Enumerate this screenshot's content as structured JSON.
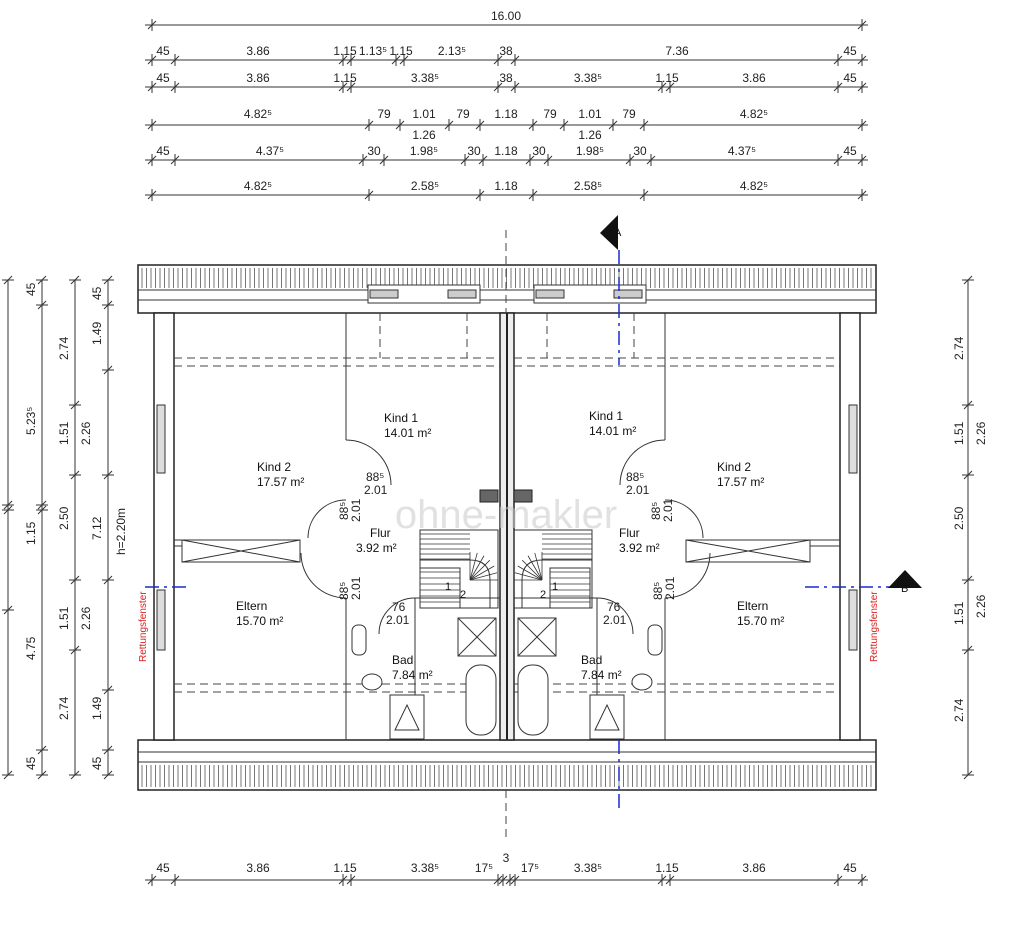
{
  "plan": {
    "top_dims": {
      "overall": "16.00",
      "row1": [
        "45",
        "3.86",
        "1.15",
        "1.13⁵",
        "1.15",
        "2.13⁵",
        "38",
        "7.36",
        "45"
      ],
      "row2": [
        "45",
        "3.86",
        "1.15",
        "3.38⁵",
        "38",
        "3.38⁵",
        "1.15",
        "3.86",
        "45"
      ],
      "row3": [
        "4.82⁵",
        "79",
        "1.01",
        "79",
        "1.18",
        "79",
        "1.01",
        "79",
        "4.82⁵"
      ],
      "row3_sub": [
        "1.26",
        "1.26"
      ],
      "row4": [
        "45",
        "4.37⁵",
        "30",
        "1.98⁵",
        "30",
        "1.18",
        "30",
        "1.98⁵",
        "30",
        "4.37⁵",
        "45"
      ],
      "row5": [
        "4.82⁵",
        "2.58⁵",
        "1.18",
        "2.58⁵",
        "4.82⁵"
      ]
    },
    "bottom_dims": [
      "45",
      "3.86",
      "1.15",
      "3.38⁵",
      "17⁵",
      "3",
      "17⁵",
      "3.38⁵",
      "1.15",
      "3.86",
      "45"
    ],
    "left_dims": {
      "c1": [
        "45",
        "5.23⁵",
        "1.15",
        "4.75",
        "45"
      ],
      "c2": [
        "2.74",
        "1.51",
        "2.50",
        "1.51",
        "2.74"
      ],
      "c3": [
        "45",
        "1.49",
        "2.26",
        "7.12",
        "2.26",
        "1.49",
        "45"
      ]
    },
    "right_dims": {
      "c1": [
        "2.74",
        "1.51",
        "2.50",
        "1.51",
        "2.74"
      ],
      "c2": [
        "2.26",
        "2.26"
      ]
    },
    "height_note": "h=2.20m",
    "rooms": [
      {
        "name": "Kind 1",
        "area": "14.01 m²"
      },
      {
        "name": "Kind 2",
        "area": "17.57 m²"
      },
      {
        "name": "Flur",
        "area": "3.92 m²"
      },
      {
        "name": "Eltern",
        "area": "15.70 m²"
      },
      {
        "name": "Bad",
        "area": "7.84 m²"
      },
      {
        "name": "Kind 1",
        "area": "14.01 m²"
      },
      {
        "name": "Kind 2",
        "area": "17.57 m²"
      },
      {
        "name": "Flur",
        "area": "3.92 m²"
      },
      {
        "name": "Eltern",
        "area": "15.70 m²"
      },
      {
        "name": "Bad",
        "area": "7.84 m²"
      }
    ],
    "doors": {
      "a": [
        "88⁵",
        "2.01"
      ],
      "b": [
        "88⁵",
        "2.01"
      ],
      "c": [
        "88⁵",
        "2.01"
      ],
      "d": [
        "76",
        "2.01"
      ]
    },
    "rescue_window": "Rettungsfenster",
    "section_a": "A",
    "section_b": "B",
    "stair_labels": [
      "1",
      "2"
    ],
    "watermark": "ohne-makler"
  }
}
